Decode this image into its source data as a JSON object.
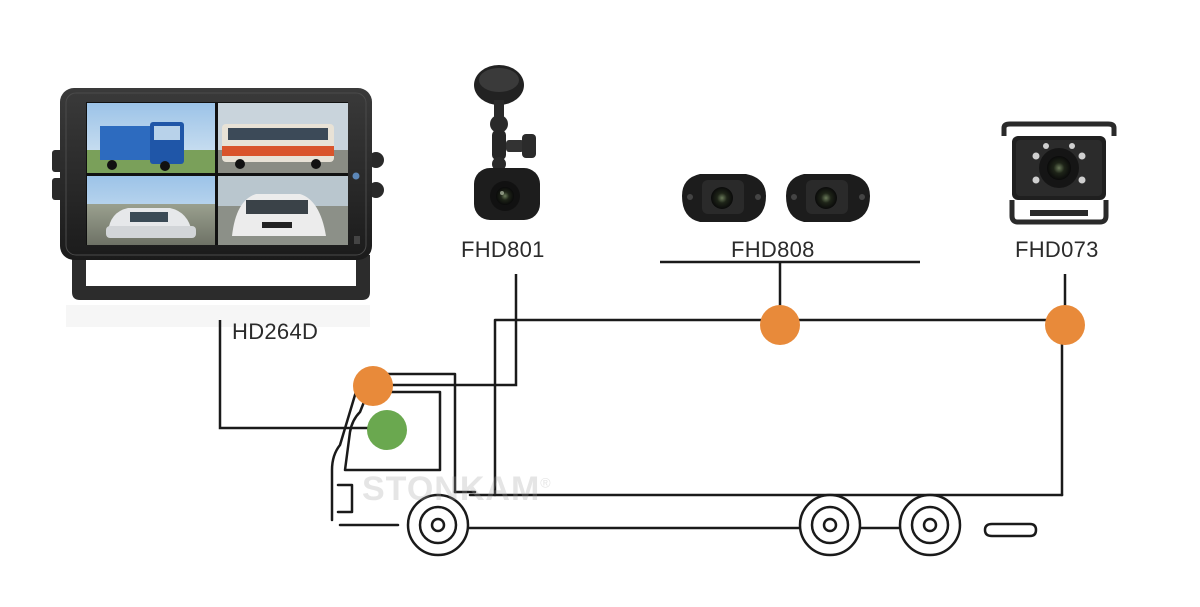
{
  "products": {
    "monitor": {
      "label": "HD264D",
      "kind": "quad-view monitor"
    },
    "dash_camera": {
      "label": "FHD801"
    },
    "side_cameras": {
      "label": "FHD808"
    },
    "rear_camera": {
      "label": "FHD073"
    }
  },
  "watermark": {
    "text": "STONKAM",
    "mark": "®"
  },
  "colors": {
    "line": "#1a1a1a",
    "camera_node": "#e88a3a",
    "monitor_node": "#6aa84f",
    "device_body": "#2a2a2a"
  }
}
